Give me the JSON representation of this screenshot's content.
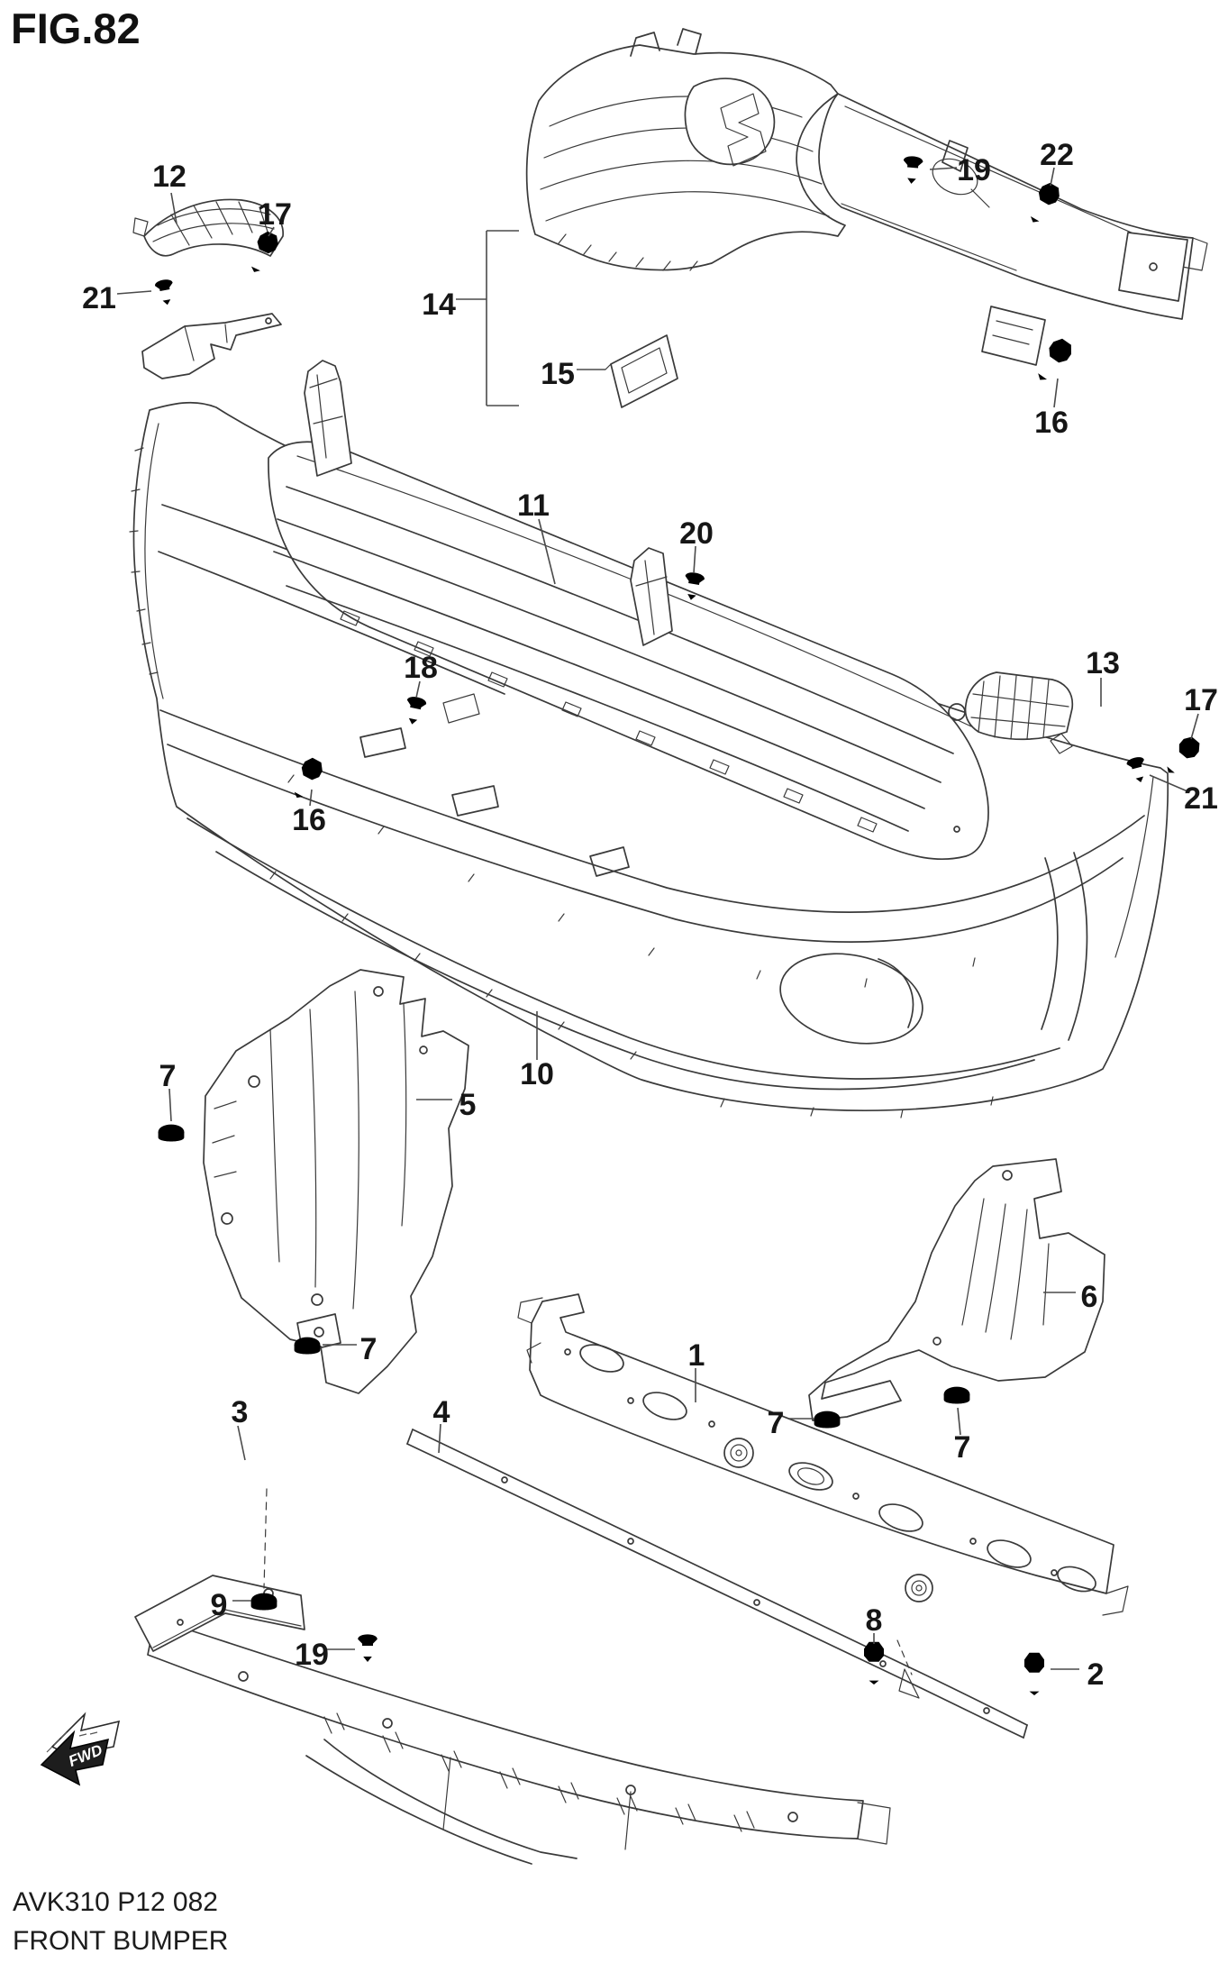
{
  "figure": {
    "title": "FIG.82"
  },
  "footer": {
    "model_code": "AVK310 P12 082",
    "caption": "FRONT BUMPER"
  },
  "fwd_marker": {
    "label": "FWD"
  },
  "ink": {
    "line_color": "#3a3a3a",
    "label_color": "#161616",
    "background": "#ffffff"
  },
  "callouts": [
    {
      "part": "12"
    },
    {
      "part": "17"
    },
    {
      "part": "21"
    },
    {
      "part": "14"
    },
    {
      "part": "15"
    },
    {
      "part": "19"
    },
    {
      "part": "22"
    },
    {
      "part": "16"
    },
    {
      "part": "11"
    },
    {
      "part": "20"
    },
    {
      "part": "13"
    },
    {
      "part": "17"
    },
    {
      "part": "21"
    },
    {
      "part": "18"
    },
    {
      "part": "16"
    },
    {
      "part": "10"
    },
    {
      "part": "7"
    },
    {
      "part": "5"
    },
    {
      "part": "7"
    },
    {
      "part": "3"
    },
    {
      "part": "4"
    },
    {
      "part": "1"
    },
    {
      "part": "7"
    },
    {
      "part": "6"
    },
    {
      "part": "7"
    },
    {
      "part": "9"
    },
    {
      "part": "19"
    },
    {
      "part": "8"
    },
    {
      "part": "2"
    }
  ]
}
